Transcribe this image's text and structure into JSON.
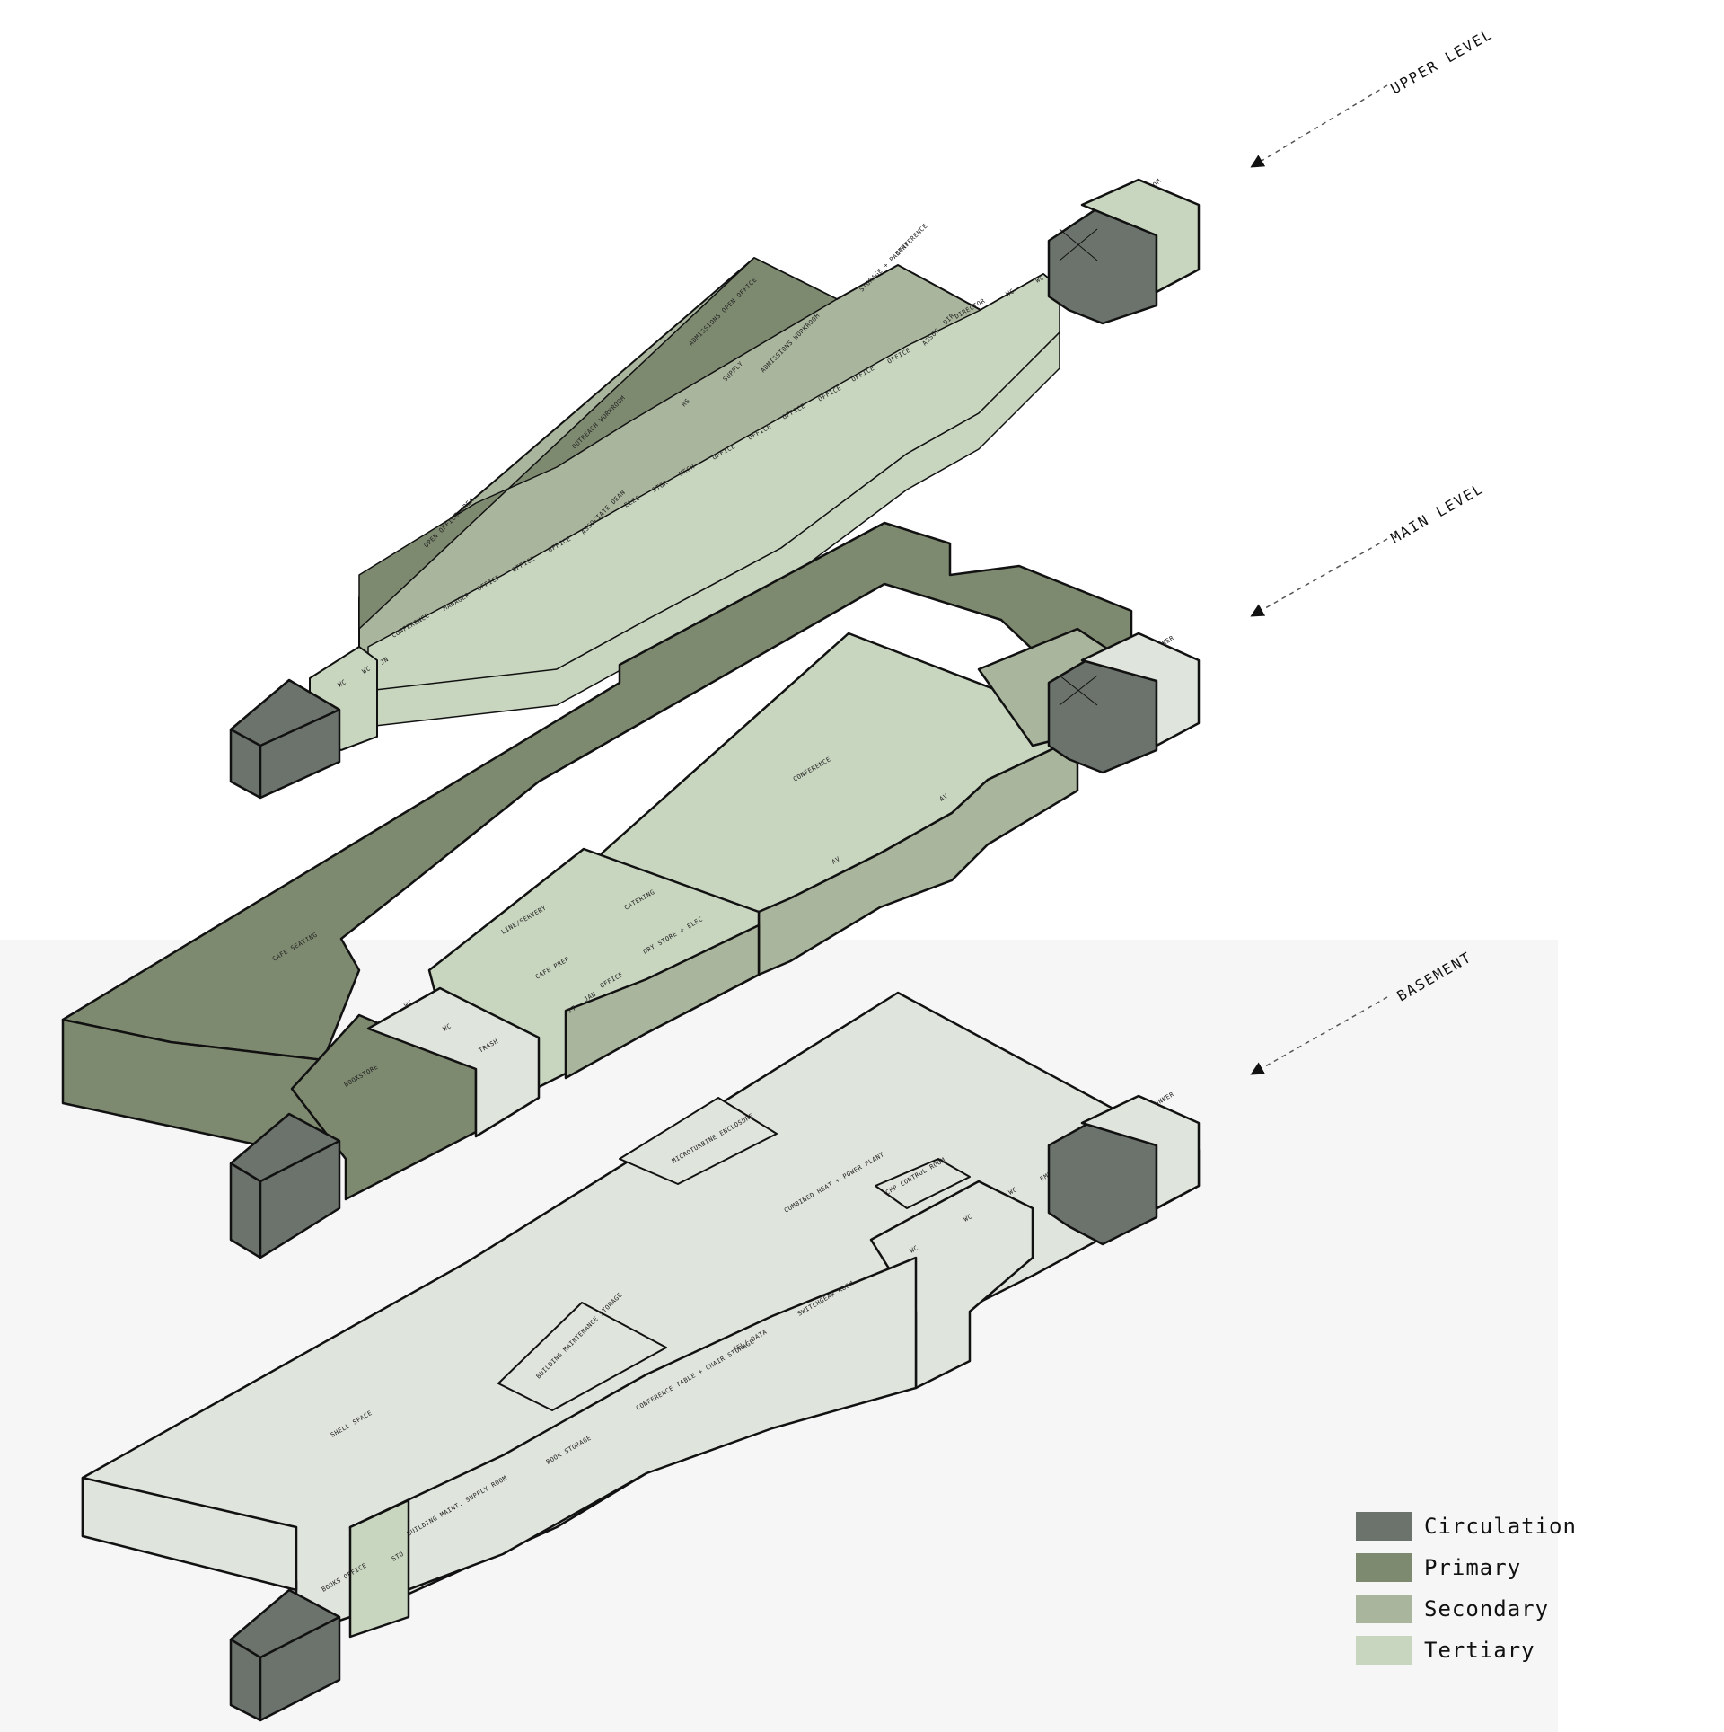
{
  "levels": [
    {
      "id": "upper",
      "label": "UPPER LEVEL"
    },
    {
      "id": "main",
      "label": "MAIN LEVEL"
    },
    {
      "id": "basement",
      "label": "BASEMENT"
    }
  ],
  "colors": {
    "circulation": "#6b736c",
    "primary": "#7e8a70",
    "secondary": "#a9b59c",
    "tertiary": "#c8d5bf",
    "tertiary_light": "#dfe4dc",
    "line": "#111111"
  },
  "rooms": {
    "upper": [
      "OPEN OFFICE AREA",
      "OUTREACH WORKROOM",
      "ADMISSIONS OPEN OFFICE",
      "STORAGE + PANTRY",
      "CONFERENCE",
      "TRAINING ROOM",
      "ADMISSIONS WORKROOM",
      "SUPPLY",
      "RS",
      "DIRECTOR",
      "ASSOC. DIR.",
      "OFFICE",
      "OFFICE",
      "OFFICE",
      "OFFICE",
      "OFFICE",
      "OFFICE",
      "MECH",
      "STOR",
      "ELEC",
      "ASSOCIATE DEAN",
      "OFFICE",
      "OFFICE",
      "OFFICE",
      "MANAGER",
      "CONFERENCE",
      "WC",
      "WC",
      "WC",
      "WC",
      "JN"
    ],
    "main": [
      "CAFE SEATING",
      "CONFERENCE",
      "LINE/SERVERY",
      "CATERING",
      "CAFE PREP",
      "DRY STORE + ELEC",
      "OFFICE",
      "JAN",
      "IT",
      "WC",
      "WC",
      "TRASH",
      "BOOKSTORE",
      "PELLET BUNKER",
      "AV",
      "AV",
      "AV"
    ],
    "basement": [
      "SHELL SPACE",
      "COMBINED HEAT + POWER PLANT",
      "MICROTURBINE ENCLOSURE",
      "BUILDING MAINTENANCE STORAGE",
      "CONFERENCE TABLE + CHAIR STORAGE",
      "TEL/ DATA",
      "SWITCHGEAR ROOM",
      "CHP CONTROL ROOM",
      "WC",
      "WC",
      "WC",
      "EMR",
      "PELLET BUNKER",
      "BOOK STORAGE",
      "BUILDING MAINT. SUPPLY ROOM",
      "BOOKS OFFICE",
      "STO"
    ]
  },
  "legend": [
    {
      "label": "Circulation",
      "color": "#6b736c"
    },
    {
      "label": "Primary",
      "color": "#7e8a70"
    },
    {
      "label": "Secondary",
      "color": "#a9b59c"
    },
    {
      "label": "Tertiary",
      "color": "#c8d5bf"
    }
  ]
}
